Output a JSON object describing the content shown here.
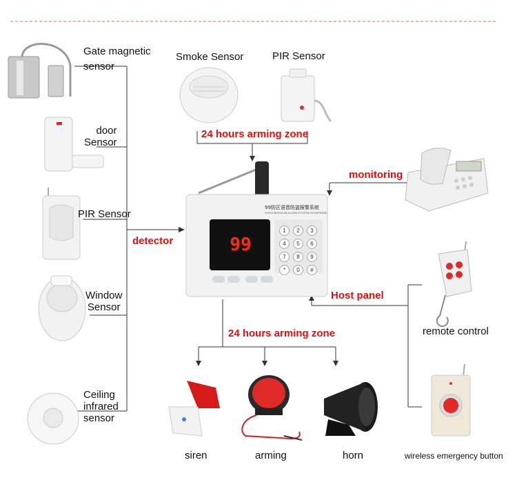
{
  "detectors": {
    "gate_magnetic": "Gate magnetic\nsensor",
    "door": "door\nSensor",
    "pir": "PIR Sensor",
    "window": "Window\nSensor",
    "ceiling": "Ceiling\ninfrared\nsensor"
  },
  "top_sensors": {
    "smoke": "Smoke  Sensor",
    "pir": "PIR Sensor"
  },
  "zones": {
    "top_zone": "24 hours arming zone",
    "bottom_zone": "24 hours arming zone",
    "detector": "detector",
    "monitoring": "monitoring",
    "host_panel": "Host panel"
  },
  "panel": {
    "title": "99防区语音防盗报警系统",
    "subtitle": "VOICE BURGLAR ALARM SYSTEM 99 DEFENSE AREA",
    "display": "99",
    "keys": [
      "1",
      "2",
      "3",
      "4",
      "5",
      "6",
      "7",
      "8",
      "9",
      "*",
      "0",
      "#"
    ]
  },
  "outputs": {
    "siren": "siren",
    "arming": "arming",
    "horn": "horn"
  },
  "remotes": {
    "remote_control": "remote control",
    "emergency_button": "wireless emergency button"
  },
  "colors": {
    "accent_red": "#e01010",
    "wire": "#333333",
    "dashed_rule": "#e0702a"
  }
}
